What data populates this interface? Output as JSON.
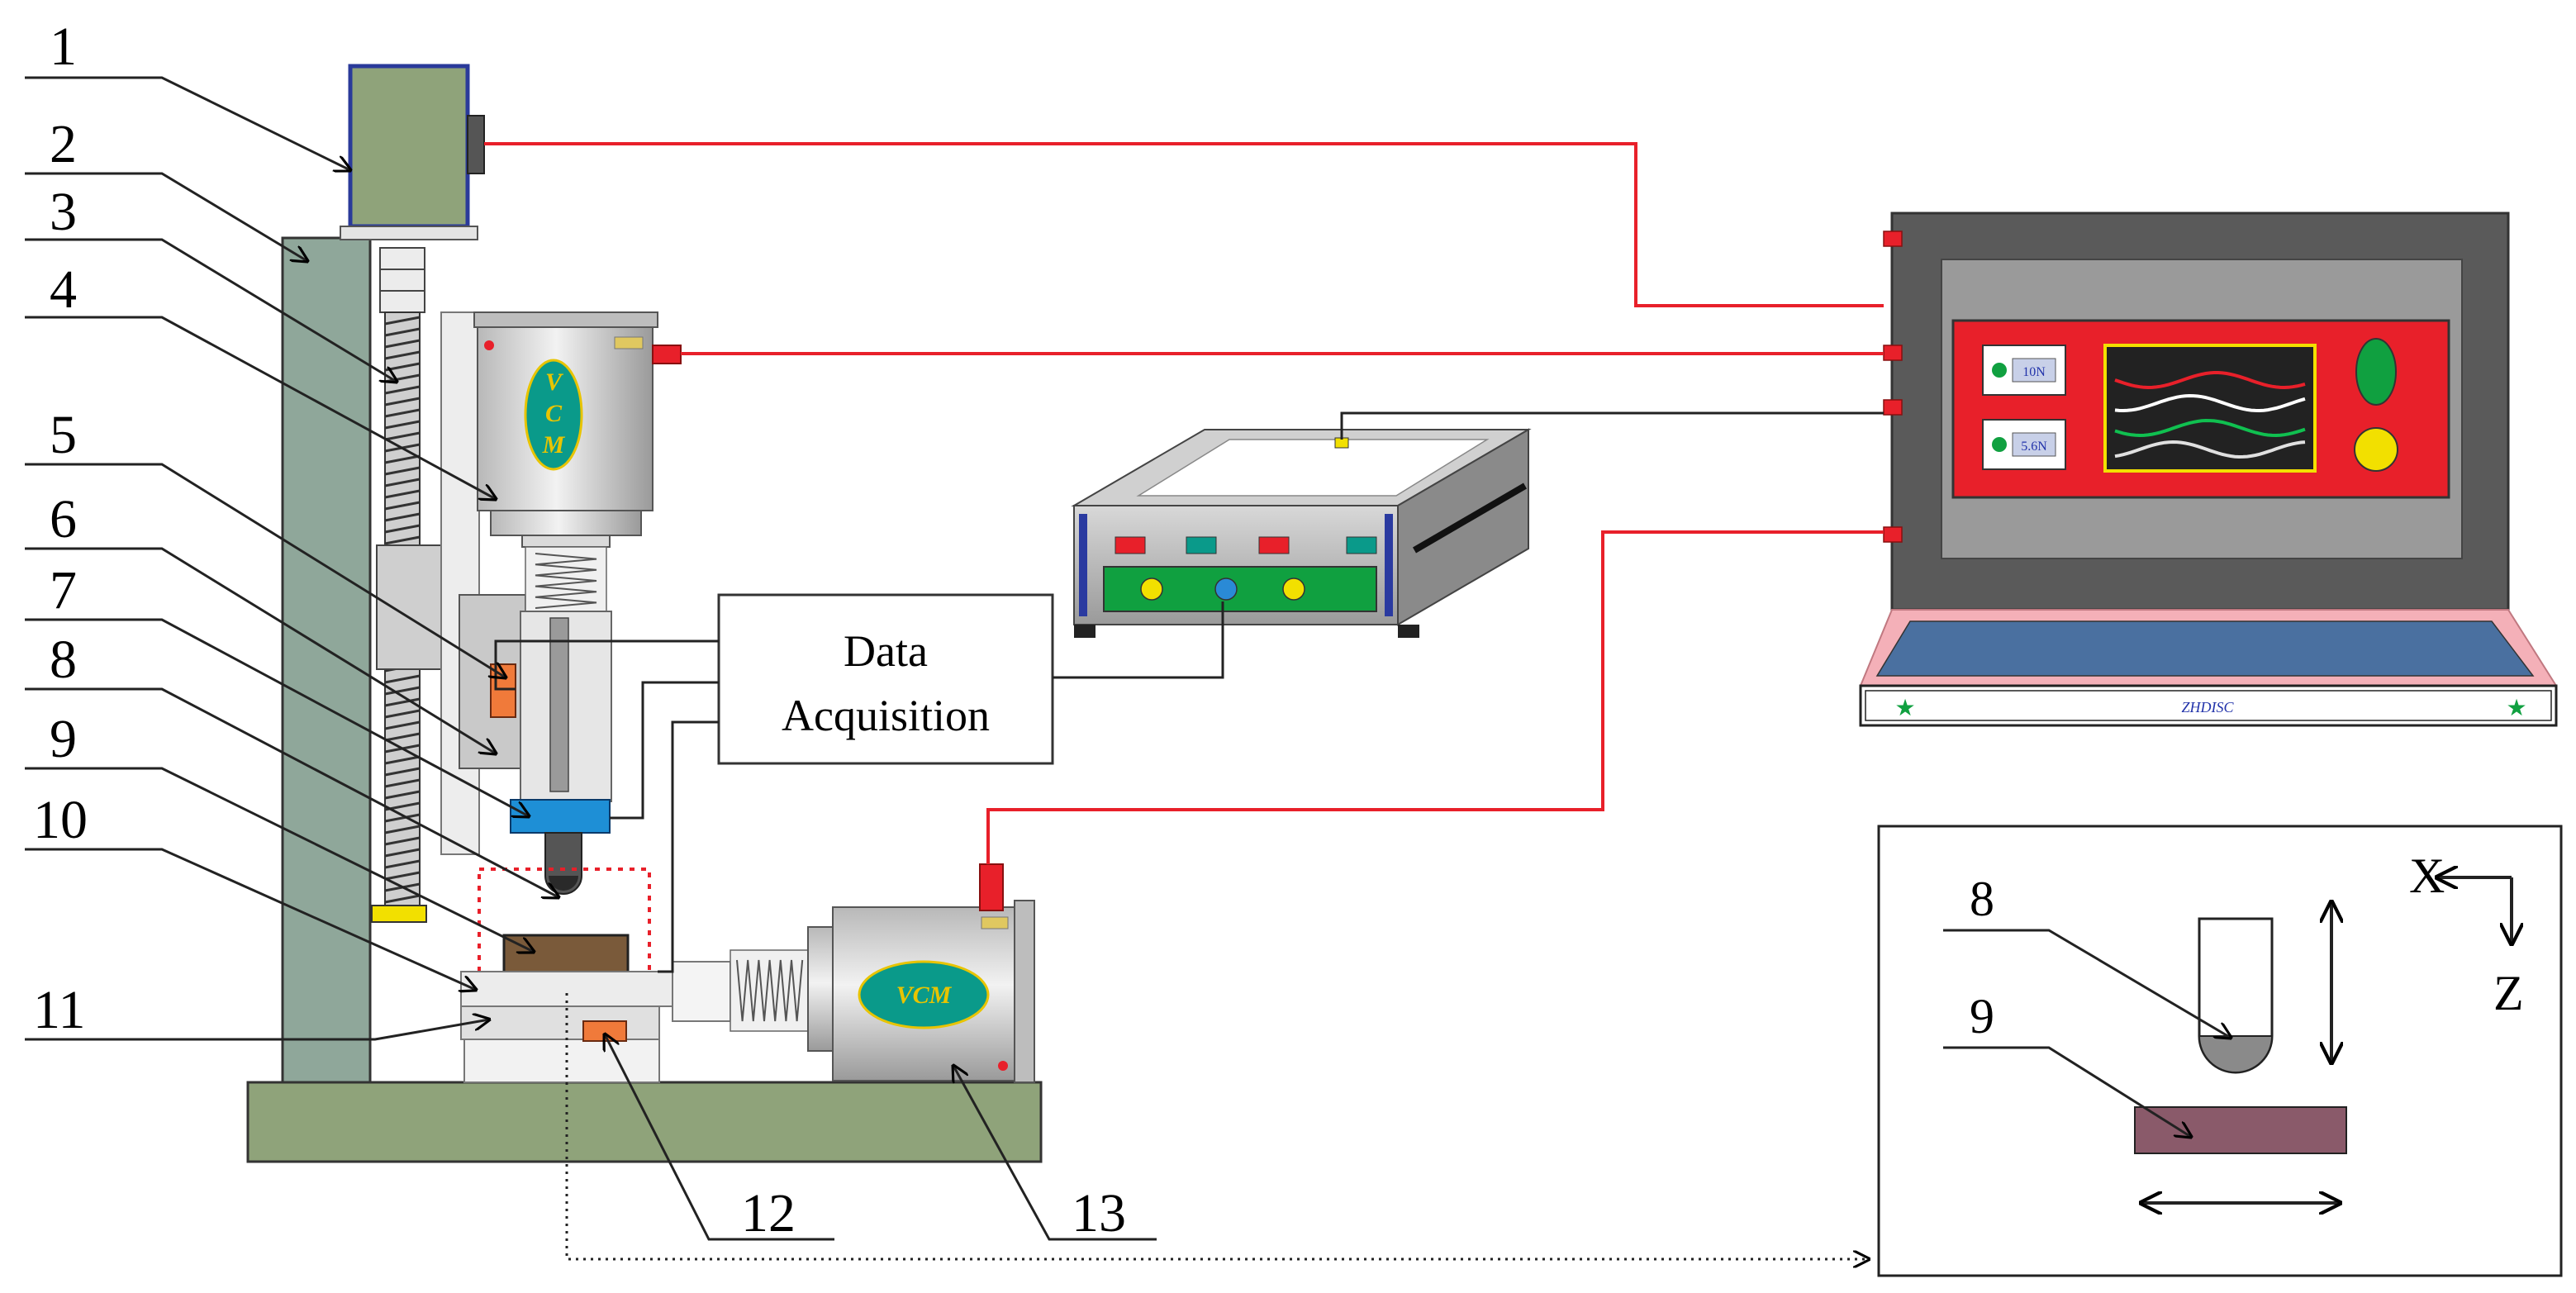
{
  "labels": {
    "n1": "1",
    "n2": "2",
    "n3": "3",
    "n4": "4",
    "n5": "5",
    "n6": "6",
    "n7": "7",
    "n8": "8",
    "n9": "9",
    "n10": "10",
    "n11": "11",
    "n12": "12",
    "n13": "13"
  },
  "data_acquisition": {
    "line1": "Data",
    "line2": "Acquisition"
  },
  "vcm_vertical": {
    "v": "V",
    "c": "C",
    "m": "M"
  },
  "vcm_horizontal": "VCM",
  "monitor": {
    "readout1": "10N",
    "readout2": "5.6N",
    "brand": "ZHDISC"
  },
  "inset": {
    "label8": "8",
    "label9": "9",
    "axis_x": "X",
    "axis_z": "Z"
  },
  "colors": {
    "wire_red": "#e8202a",
    "frame_green": "#8fa37a",
    "column_green": "#8fa79a",
    "panel_red": "#e8202a",
    "vcm_ellipse": "#0a9a8a",
    "sample": "#7a5a3a",
    "sample_inset": "#8a5a6a",
    "sensor_blue": "#1e8fd6"
  }
}
